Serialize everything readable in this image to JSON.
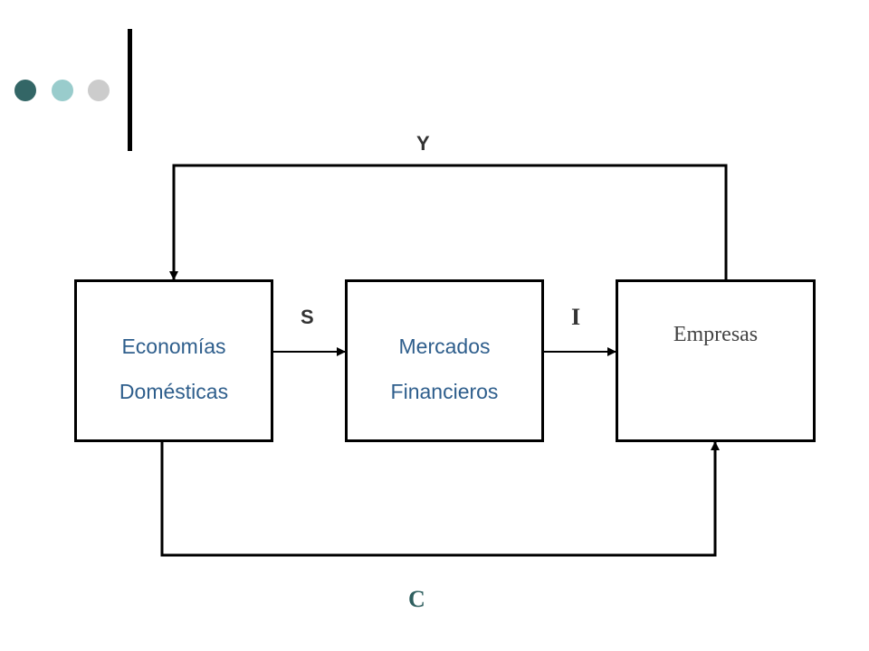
{
  "colors": {
    "box_text": "#2e5e8c",
    "serif_text": "#444444",
    "label_dark": "#333333",
    "label_c": "#2f5f5f",
    "dot_dark": "#336666",
    "dot_light": "#99cccc",
    "dot_gray": "#cccccc"
  },
  "decor": {
    "dots": [
      "dark-teal",
      "light-teal",
      "gray"
    ]
  },
  "nodes": {
    "households": {
      "line1": "Economías",
      "line2": "Domésticas"
    },
    "markets": {
      "line1": "Mercados",
      "line2": "Financieros"
    },
    "firms": {
      "label": "Empresas"
    }
  },
  "flows": {
    "income": "Y",
    "savings": "S",
    "investment": "I",
    "consumption": "C"
  }
}
